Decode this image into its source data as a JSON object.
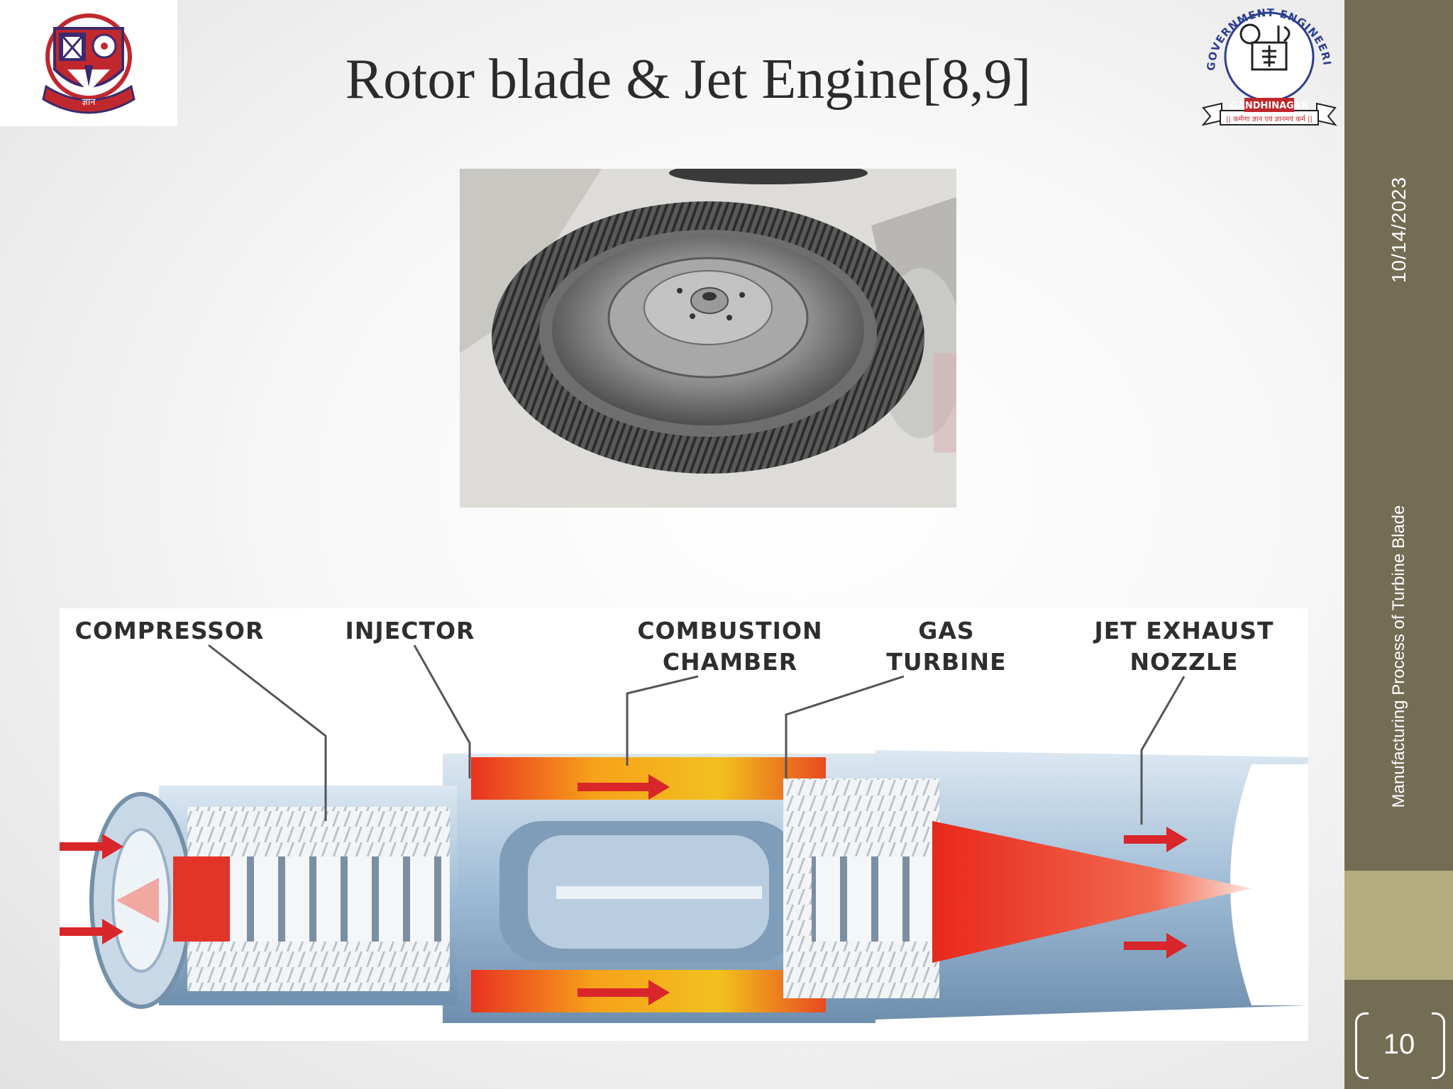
{
  "slide": {
    "title": "Rotor blade & Jet Engine[8,9]",
    "date": "10/14/2023",
    "subject": "Manufacturing Process of Turbine Blade",
    "page_number": "10"
  },
  "logos": {
    "right_arc_text": "GOVERNMENT ENGINEERING COLLEGE",
    "right_banner": "GANDHINAGAR",
    "right_motto": "|| कर्मणा ज्ञान एवं ज्ञानमयं कर्म ||",
    "left_motto": "ज्ञान"
  },
  "diagram": {
    "labels": {
      "compressor": "COMPRESSOR",
      "injector": "INJECTOR",
      "combustion_1": "COMBUSTION",
      "combustion_2": "CHAMBER",
      "turbine_1": "GAS",
      "turbine_2": "TURBINE",
      "nozzle_1": "JET EXHAUST",
      "nozzle_2": "NOZZLE"
    }
  },
  "colors": {
    "sidebar": "#736d54",
    "sidebar_accent": "#b3ad7f",
    "title": "#2b2b2b",
    "flame": "#e8321e",
    "engine_body": "#a9c4dc"
  }
}
